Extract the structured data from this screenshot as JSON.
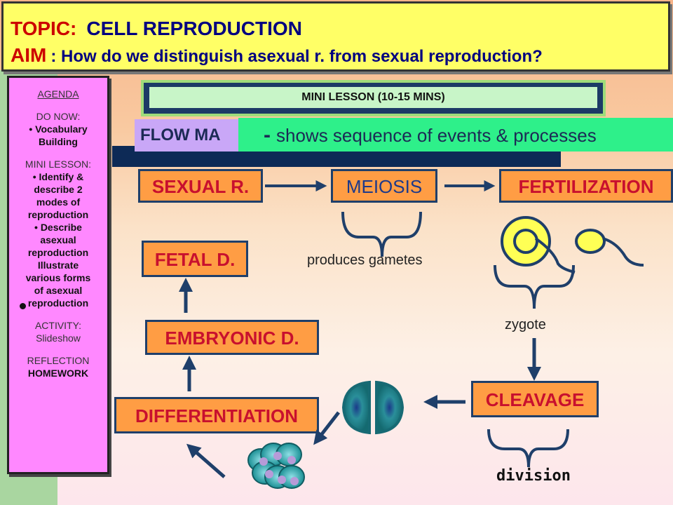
{
  "header": {
    "topic_label": "TOPIC:",
    "topic_value": "CELL REPRODUCTION",
    "aim_label": "AIM",
    "aim_value": ": How do we distinguish asexual r. from sexual reproduction?"
  },
  "agenda": {
    "title": "AGENDA",
    "do_now_label": "DO NOW:",
    "do_now_items": [
      "• Vocabulary",
      "Building"
    ],
    "mini_lesson_label": "MINI LESSON:",
    "mini_lesson_items": [
      "• Identify &",
      "describe 2",
      "modes of",
      "reproduction",
      "• Describe",
      "asexual",
      "reproduction",
      "Illustrate",
      "various forms",
      "of asexual",
      "reproduction"
    ],
    "activity_label": "ACTIVITY:",
    "activity_value": "Slideshow",
    "reflection_label": "REFLECTION",
    "homework_label": "HOMEWORK"
  },
  "mini_lesson_banner": "MINI LESSON (10-15 MINS)",
  "flow": {
    "title_partial": "FLOW MA",
    "definition": "shows sequence of events & processes",
    "dash": "-"
  },
  "boxes": {
    "sexual_r": "SEXUAL R.",
    "meiosis": "MEIOSIS",
    "fertilization": "FERTILIZATION",
    "fetal_d": "FETAL D.",
    "embryonic_d": "EMBRYONIC  D.",
    "differentiation": "DIFFERENTIATION",
    "cleavage": "CLEAVAGE"
  },
  "labels": {
    "produces_gametes": "produces gametes",
    "zygote": "zygote",
    "division": "division"
  },
  "colors": {
    "box_fill": "#ff9d44",
    "box_text": "#c8102e",
    "arrow": "#1f3f6a",
    "topic_bg": "#ffff66",
    "agenda_bg": "#ff88ff",
    "flow_def_bg": "#2ef08a",
    "cell_teal": "#1b8f94"
  }
}
